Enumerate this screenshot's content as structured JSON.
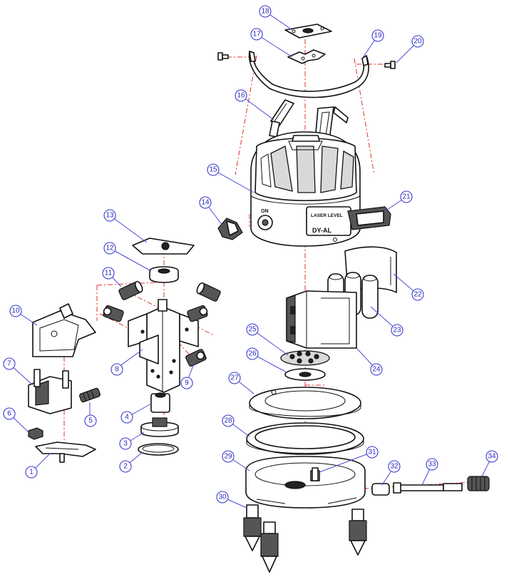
{
  "diagram": {
    "callouts": [
      {
        "id": "c1",
        "text": "1"
      },
      {
        "id": "c2",
        "text": "2"
      },
      {
        "id": "c3",
        "text": "3"
      },
      {
        "id": "c4",
        "text": "4"
      },
      {
        "id": "c5",
        "text": "5"
      },
      {
        "id": "c6",
        "text": "6"
      },
      {
        "id": "c7",
        "text": "7"
      },
      {
        "id": "c8",
        "text": "8"
      },
      {
        "id": "c9",
        "text": "9"
      },
      {
        "id": "c10",
        "text": "10"
      },
      {
        "id": "c11",
        "text": "11"
      },
      {
        "id": "c12",
        "text": "12"
      },
      {
        "id": "c13",
        "text": "13"
      },
      {
        "id": "c14",
        "text": "14"
      },
      {
        "id": "c15",
        "text": "15"
      },
      {
        "id": "c16",
        "text": "16"
      },
      {
        "id": "c17",
        "text": "17"
      },
      {
        "id": "c18",
        "text": "18"
      },
      {
        "id": "c19",
        "text": "19"
      },
      {
        "id": "c20",
        "text": "20"
      },
      {
        "id": "c21",
        "text": "21"
      },
      {
        "id": "c22",
        "text": "22"
      },
      {
        "id": "c23",
        "text": "23"
      },
      {
        "id": "c24",
        "text": "24"
      },
      {
        "id": "c25",
        "text": "25"
      },
      {
        "id": "c26",
        "text": "26"
      },
      {
        "id": "c27",
        "text": "27"
      },
      {
        "id": "c28",
        "text": "28"
      },
      {
        "id": "c29",
        "text": "29"
      },
      {
        "id": "c30",
        "text": "30"
      },
      {
        "id": "c31",
        "text": "31"
      },
      {
        "id": "c32",
        "text": "32"
      },
      {
        "id": "c33",
        "text": "33"
      },
      {
        "id": "c34",
        "text": "34"
      }
    ],
    "housing_label": {
      "line1": "LASER LEVEL",
      "line2": "DY-AL",
      "switch": "ON"
    }
  }
}
